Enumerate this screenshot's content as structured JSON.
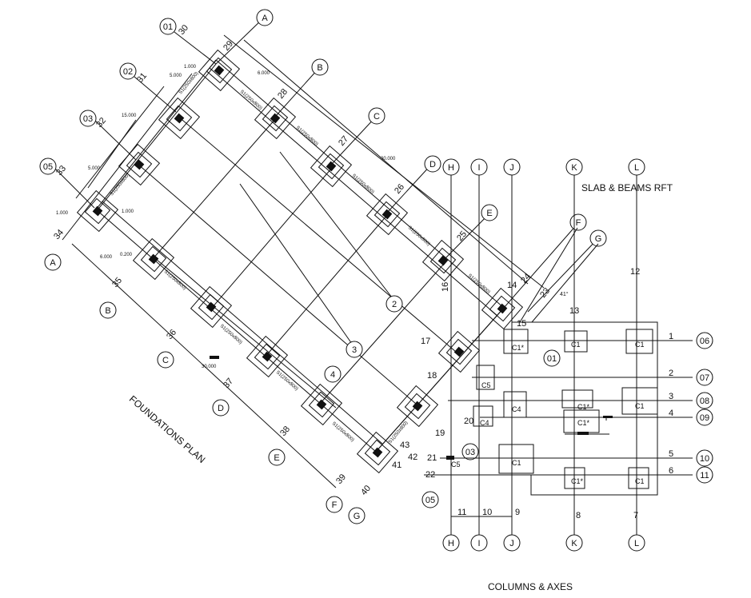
{
  "titles": {
    "foundations": "FOUNDATIONS PLAN",
    "slab": "SLAB & BEAMS RFT",
    "columns": "COLUMNS & AXES"
  },
  "foundation_plan": {
    "bubbles_row": [
      "01",
      "02",
      "03",
      "05"
    ],
    "bubbles_col": [
      "A",
      "B",
      "C",
      "D",
      "E",
      "F",
      "G"
    ],
    "axis_numbers_top": [
      "30",
      "31",
      "32",
      "33",
      "34"
    ],
    "axis_numbers_edge": [
      "29",
      "28",
      "27",
      "26",
      "25",
      "24",
      "23"
    ],
    "axis_numbers_bottom": [
      "35",
      "36",
      "37",
      "38",
      "39",
      "40"
    ],
    "footing_labels": [
      "S1(250x800)",
      "S1(250x800)",
      "S1(250x800)",
      "S1(250x800)",
      "S1(250x800)",
      "S1(250x800)",
      "S1(250x800)",
      "S1(250x800)",
      "S1(250x800)",
      "S1(250x800)",
      "S1(250x800)",
      "S1(250x800)"
    ],
    "dims": [
      "1.000",
      "5.000",
      "6.000",
      "15.000",
      "30.000",
      "0.200",
      "1.000",
      "6.000",
      "5.000",
      "1.000"
    ],
    "interior_bubbles": [
      "2",
      "3",
      "4"
    ],
    "corner_bubbles": [
      "01",
      "03",
      "05"
    ],
    "bar_labels": [
      "16",
      "17",
      "18",
      "19",
      "20",
      "21",
      "22",
      "41",
      "42",
      "43",
      "15",
      "14",
      "13"
    ]
  },
  "columns_plan": {
    "top_axes": [
      "H",
      "I",
      "J",
      "K",
      "L"
    ],
    "bottom_axes": [
      "H",
      "I",
      "J",
      "K",
      "L"
    ],
    "right_axes": [
      "06",
      "07",
      "08",
      "09",
      "10",
      "11"
    ],
    "right_numbers": [
      "1",
      "2",
      "3",
      "4",
      "5",
      "6"
    ],
    "top_numbers": [
      "12",
      "13"
    ],
    "bottom_numbers": [
      "11",
      "10",
      "9",
      "8",
      "7"
    ],
    "columns": [
      "C1",
      "C1",
      "C1*",
      "C1",
      "C1*",
      "C1*",
      "C1",
      "C1",
      "C4",
      "C5",
      "C5",
      "C4",
      "C1*"
    ],
    "angle": "41°"
  }
}
